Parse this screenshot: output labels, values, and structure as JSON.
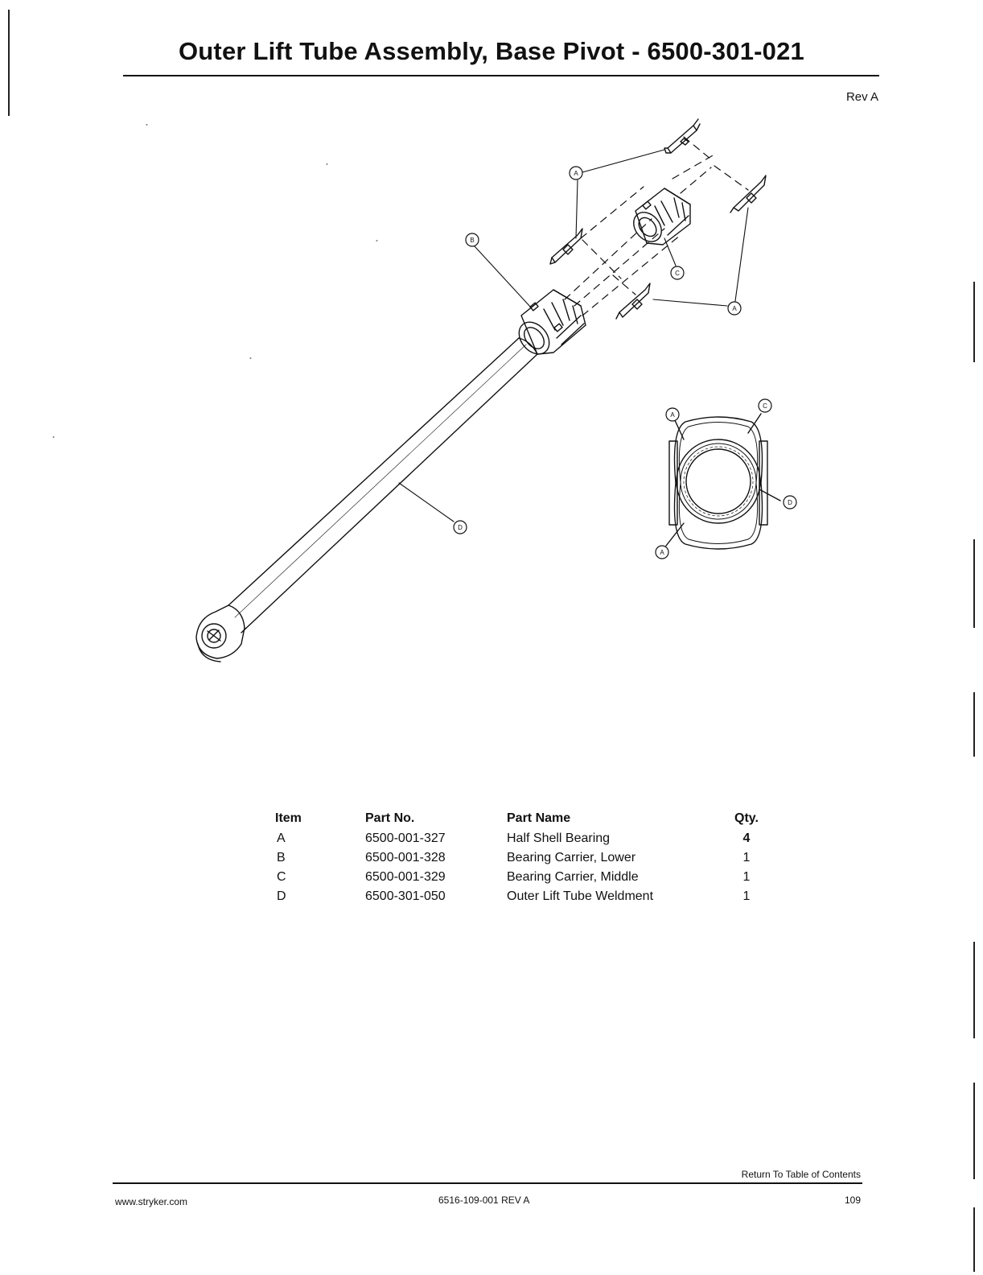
{
  "header": {
    "title": "Outer Lift Tube Assembly, Base Pivot - 6500-301-021",
    "revision": "Rev A"
  },
  "diagram": {
    "callouts": {
      "a": "A",
      "b": "B",
      "c": "C",
      "d": "D"
    }
  },
  "parts_table": {
    "headers": [
      "Item",
      "Part No.",
      "Part Name",
      "Qty."
    ],
    "rows": [
      {
        "item": "A",
        "part_no": "6500-001-327",
        "name": "Half Shell Bearing",
        "qty": "4"
      },
      {
        "item": "B",
        "part_no": "6500-001-328",
        "name": "Bearing Carrier, Lower",
        "qty": "1"
      },
      {
        "item": "C",
        "part_no": "6500-001-329",
        "name": "Bearing Carrier, Middle",
        "qty": "1"
      },
      {
        "item": "D",
        "part_no": "6500-301-050",
        "name": "Outer Lift Tube Weldment",
        "qty": "1"
      }
    ]
  },
  "footer": {
    "return_link": "Return To Table of Contents",
    "website": "www.stryker.com",
    "doc_number": "6516-109-001 REV A",
    "page_number": "109"
  }
}
